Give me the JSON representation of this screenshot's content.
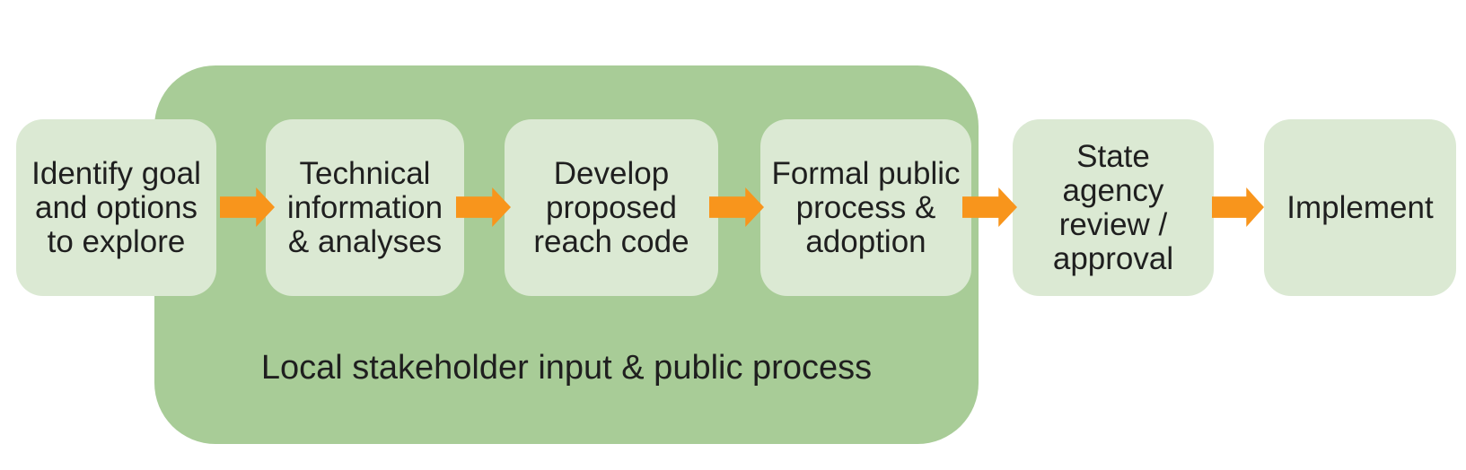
{
  "diagram": {
    "title_hint": "Reach code process flow",
    "container": {
      "label": "Local stakeholder input & public process",
      "color": "#a8cc97",
      "covers_steps": [
        "Technical information & analyses",
        "Develop proposed reach code",
        "Formal public process & adoption"
      ]
    },
    "steps": [
      {
        "label": "Identify goal\nand options\nto explore"
      },
      {
        "label": "Technical\ninformation\n& analyses"
      },
      {
        "label": "Develop\nproposed\nreach code"
      },
      {
        "label": "Formal public\nprocess &\nadoption"
      },
      {
        "label": "State\nagency\nreview /\napproval"
      },
      {
        "label": "Implement"
      }
    ],
    "flow": {
      "arrow_count": 5,
      "direction": "right",
      "arrow_color": "#f8951c"
    },
    "colors": {
      "step_box": "#dbe9d3",
      "container": "#a8cc97",
      "arrow": "#f8951c",
      "text": "#1f1f1f",
      "background": "#ffffff"
    }
  }
}
